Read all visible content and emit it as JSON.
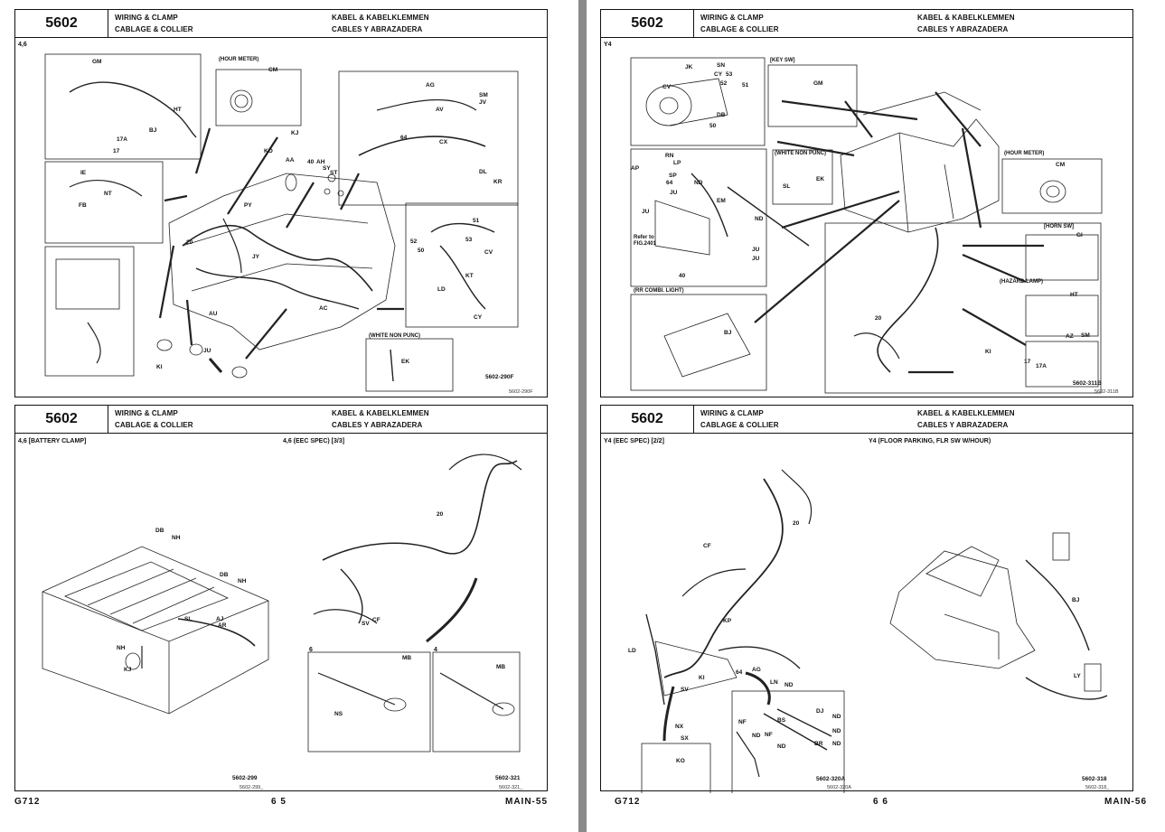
{
  "pages": [
    {
      "footer": {
        "model": "G712",
        "page_no": "6 5",
        "main": "MAIN-55"
      },
      "panels": [
        {
          "code": "5602",
          "title_en": "WIRING & CLAMP",
          "title_fr": "CABLAGE & COLLIER",
          "title_de": "KABEL & KABELKLEMMEN",
          "title_es": "CABLES Y ABRAZADERA",
          "spec": "4,6",
          "fig_ref": "5602-290F",
          "fig_ref_small": "5602-290F",
          "insets": [
            "(HOUR METER)",
            "(WHITE NON PUNC)"
          ],
          "callouts": [
            "GM",
            "HT",
            "BJ",
            "17A",
            "17",
            "CM",
            "KJ",
            "KO",
            "IE",
            "NT",
            "FB",
            "AG",
            "SM",
            "JV",
            "AV",
            "CX",
            "64",
            "DL",
            "KR",
            "AA",
            "40",
            "AH",
            "SY",
            "ST",
            "PY",
            "20",
            "JY",
            "52",
            "51",
            "53",
            "50",
            "CV",
            "KT",
            "LD",
            "CY",
            "AU",
            "AC",
            "JU",
            "KI",
            "EK"
          ]
        },
        {
          "code": "5602",
          "title_en": "WIRING & CLAMP",
          "title_fr": "CABLAGE & COLLIER",
          "title_de": "KABEL & KABELKLEMMEN",
          "title_es": "CABLES Y ABRAZADERA",
          "spec": "4,6 [BATTERY CLAMP]",
          "spec2": "4,6 (EEC SPEC) [3/3]",
          "fig_ref": "5602-299",
          "fig_ref_small": "5602-299_",
          "fig_ref2": "5602-321",
          "fig_ref2_small": "5602-321_",
          "sub1": "6",
          "sub2": "4",
          "callouts": [
            "DB",
            "NH",
            "SL",
            "AJ",
            "AR",
            "KJ",
            "20",
            "SV",
            "CF",
            "MB",
            "NS"
          ]
        }
      ]
    },
    {
      "footer": {
        "model": "G712",
        "page_no": "6 6",
        "main": "MAIN-56"
      },
      "panels": [
        {
          "code": "5602",
          "title_en": "WIRING & CLAMP",
          "title_fr": "CABLAGE & COLLIER",
          "title_de": "KABEL & KABELKLEMMEN",
          "title_es": "CABLES Y ABRAZADERA",
          "spec": "Y4",
          "fig_ref": "5602-311B",
          "fig_ref_small": "5602-311B",
          "insets": [
            "[KEY SW]",
            "(WHITE NON PUNC)",
            "(HOUR METER)",
            "[HORN SW]",
            "(HAZARD LAMP)",
            "(RR COMBI. LIGHT)"
          ],
          "refer": "Refer to FIG.2401",
          "callouts": [
            "JK",
            "SN",
            "CY",
            "53",
            "52",
            "51",
            "CV",
            "DB",
            "50",
            "GM",
            "RN",
            "LP",
            "AP",
            "SP",
            "64",
            "ND",
            "JU",
            "EM",
            "SL",
            "EK",
            "CM",
            "GI",
            "HT",
            "20",
            "KI",
            "AZ",
            "SM",
            "17",
            "17A",
            "BJ",
            "40"
          ]
        },
        {
          "code": "5602",
          "title_en": "WIRING & CLAMP",
          "title_fr": "CABLAGE & COLLIER",
          "title_de": "KABEL & KABELKLEMMEN",
          "title_es": "CABLES Y ABRAZADERA",
          "spec": "Y4 (EEC SPEC) [2/2]",
          "spec2": "Y4 (FLOOR PARKING, FLR SW W/HOUR)",
          "fig_ref": "5602-320A",
          "fig_ref_small": "5602-320A",
          "fig_ref2": "5602-318",
          "fig_ref2_small": "5602-318_",
          "callouts": [
            "20",
            "CF",
            "KP",
            "LD",
            "KI",
            "SV",
            "64",
            "AG",
            "LN",
            "ND",
            "NF",
            "BS",
            "DJ",
            "BR",
            "NX",
            "SX",
            "KO",
            "BJ",
            "LY"
          ]
        }
      ]
    }
  ]
}
